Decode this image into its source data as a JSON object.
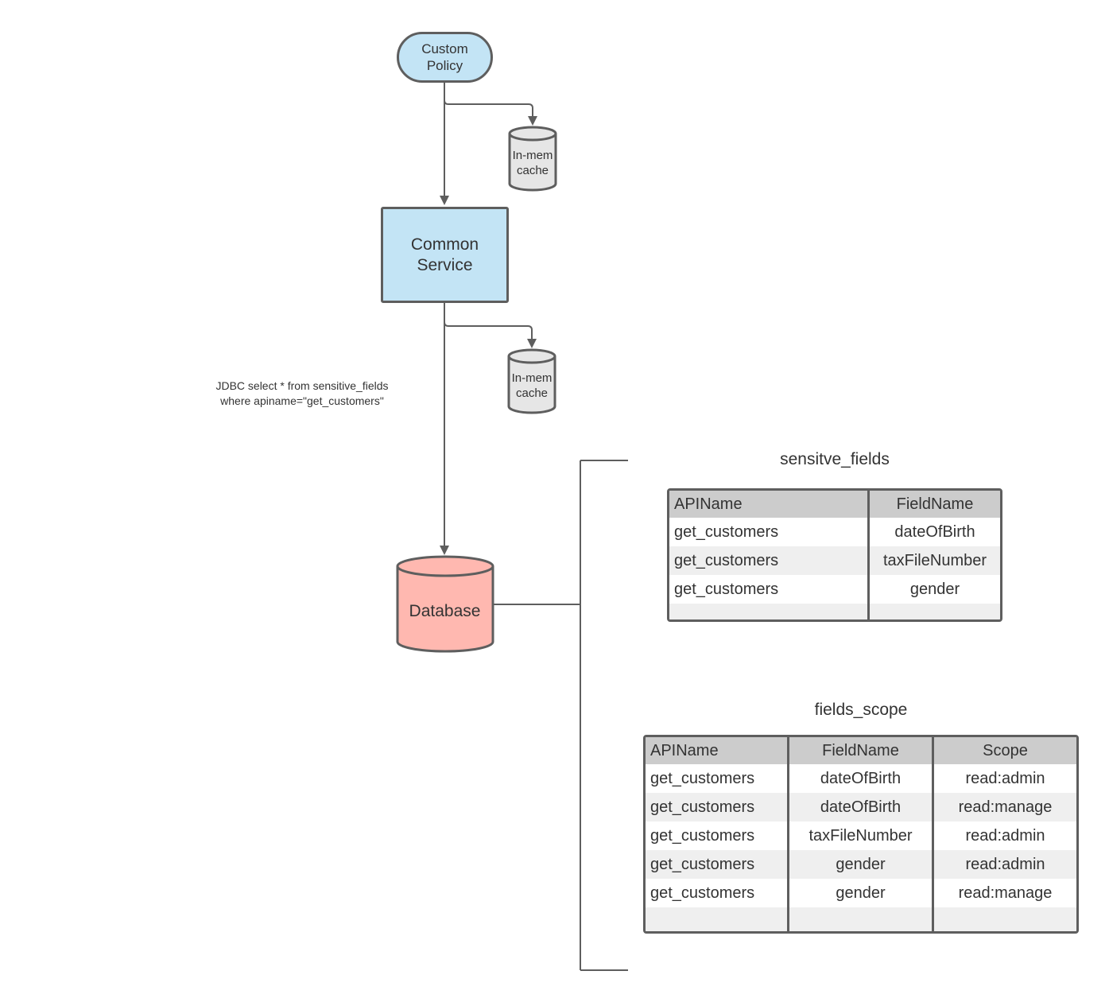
{
  "nodes": {
    "custom_policy": "Custom Policy",
    "common_service": "Common Service",
    "cache_top": "In-mem cache",
    "cache_bottom": "In-mem cache",
    "database": "Database"
  },
  "edge_note": "JDBC select * from sensitive_fields where apiname=\"get_customers\"",
  "colors": {
    "service_fill": "#c3e4f5",
    "database_fill": "#ffb8b0",
    "cache_fill": "#e6e6e6",
    "stroke": "#5e5e5e",
    "table_header": "#cccccc"
  },
  "tables": {
    "sensitive_fields": {
      "title": "sensitve_fields",
      "headers": [
        "APIName",
        "FieldName"
      ],
      "rows": [
        [
          "get_customers",
          "dateOfBirth"
        ],
        [
          "get_customers",
          "taxFileNumber"
        ],
        [
          "get_customers",
          "gender"
        ]
      ]
    },
    "fields_scope": {
      "title": "fields_scope",
      "headers": [
        "APIName",
        "FieldName",
        "Scope"
      ],
      "rows": [
        [
          "get_customers",
          "dateOfBirth",
          "read:admin"
        ],
        [
          "get_customers",
          "dateOfBirth",
          "read:manage"
        ],
        [
          "get_customers",
          "taxFileNumber",
          "read:admin"
        ],
        [
          "get_customers",
          "gender",
          "read:admin"
        ],
        [
          "get_customers",
          "gender",
          "read:manage"
        ]
      ]
    }
  }
}
